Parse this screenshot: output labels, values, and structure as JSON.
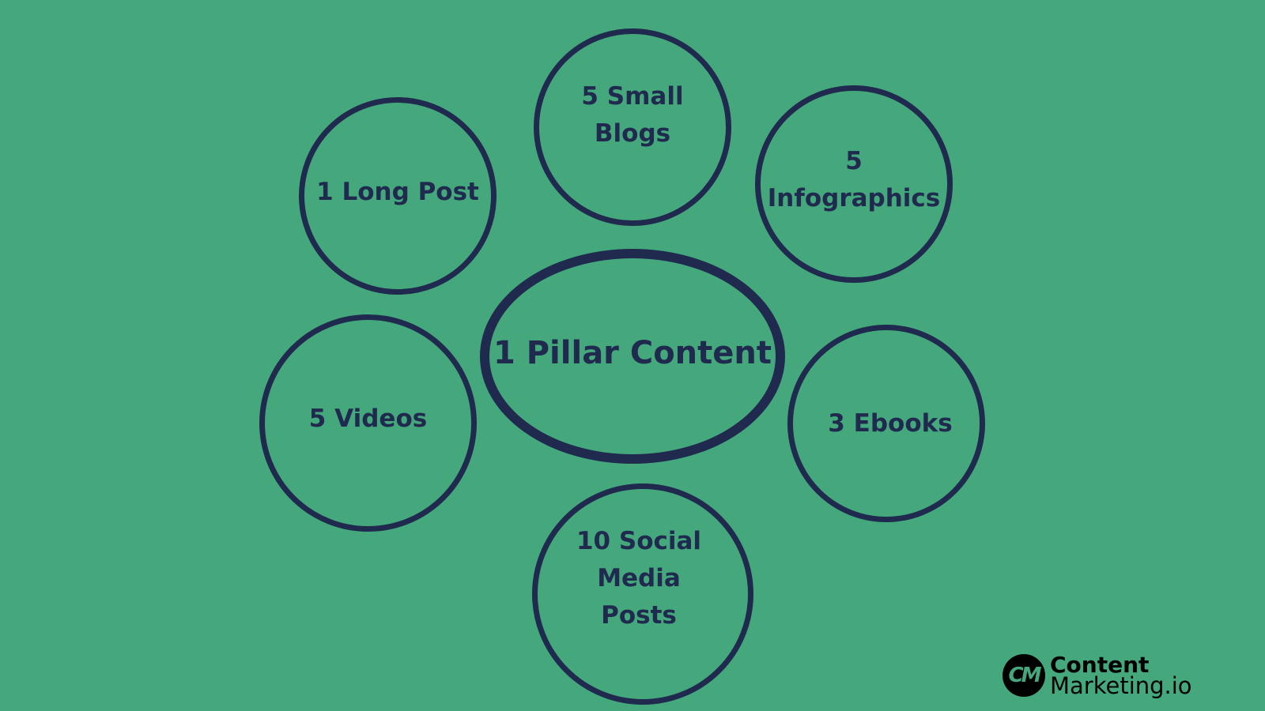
{
  "center": {
    "label": "1 Pillar Content"
  },
  "nodes": {
    "small_blogs": "5 Small Blogs",
    "long_post": "1 Long Post",
    "infographics": "5 Infographics",
    "videos": "5 Videos",
    "ebooks": "3 Ebooks",
    "social_line1": "10 Social",
    "social_line2": "Media",
    "social_line3": "Posts"
  },
  "logo": {
    "mark": "CM",
    "line1": "Content",
    "line2": "Marketing.io"
  },
  "colors": {
    "background": "#45a87d",
    "stroke": "#1f2a4e"
  }
}
